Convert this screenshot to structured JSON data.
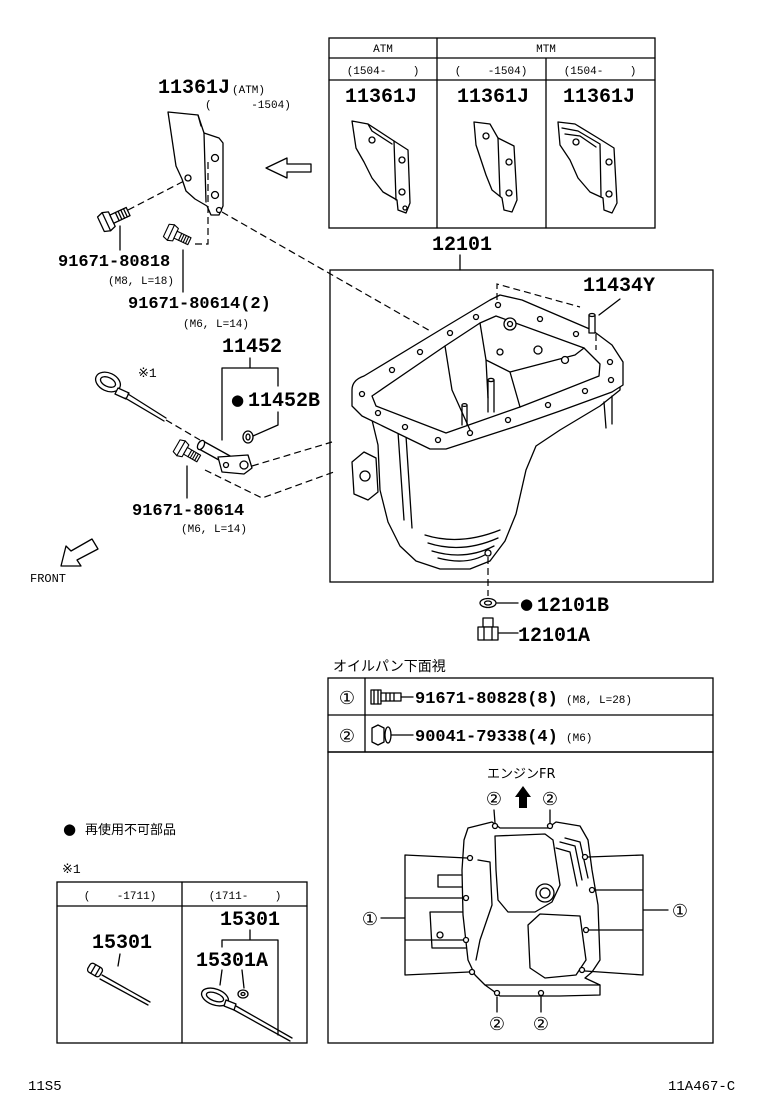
{
  "cover": {
    "part": "11361J",
    "variant": "(ATM)",
    "range": "(      -1504)"
  },
  "variant_table": {
    "headers": {
      "atm": "ATM",
      "mtm": "MTM"
    },
    "ranges": [
      "(1504-    )",
      "(    -1504)",
      "(1504-    )"
    ],
    "parts": [
      "11361J",
      "11361J",
      "11361J"
    ]
  },
  "oil_pan": {
    "part": "12101"
  },
  "straight_pin": {
    "part": "11434Y"
  },
  "cover_bolt_m8": {
    "part": "91671-80818",
    "spec": "(M8, L=18)"
  },
  "cover_bolt_m6": {
    "part": "91671-80614(2)",
    "spec": "(M6, L=14)"
  },
  "dipstick_guide": {
    "part": "11452"
  },
  "guide_o_ring": {
    "marker": "●",
    "part": "11452B"
  },
  "dipstick_ref": "※1",
  "guide_bolt": {
    "part": "91671-80614",
    "spec": "(M6, L=14)"
  },
  "front_label": "FRONT",
  "drain_gasket": {
    "marker": "●",
    "part": "12101B"
  },
  "drain_plug": {
    "part": "12101A"
  },
  "bottom_view": {
    "title": "オイルパン下面視",
    "fasteners": [
      {
        "mark": "①",
        "part": "91671-80828(8)",
        "spec": "(M8, L=28)"
      },
      {
        "mark": "②",
        "part": "90041-79338(4)",
        "spec": "(M6)"
      }
    ],
    "engine_front": "エンジンFR",
    "marks": {
      "top_left": "②",
      "top_right": "②",
      "left": "①",
      "right": "①",
      "bottom_left": "②",
      "bottom_right": "②"
    }
  },
  "legend": {
    "marker": "●",
    "text": "再使用不可部品"
  },
  "dipstick_table": {
    "ref": "※1",
    "ranges": [
      "(    -1711)",
      "(1711-    )"
    ],
    "left_part": "15301",
    "right_part": "15301",
    "right_o_ring": "15301A"
  },
  "footer": {
    "left": "11S5",
    "right": "11A467-C"
  }
}
